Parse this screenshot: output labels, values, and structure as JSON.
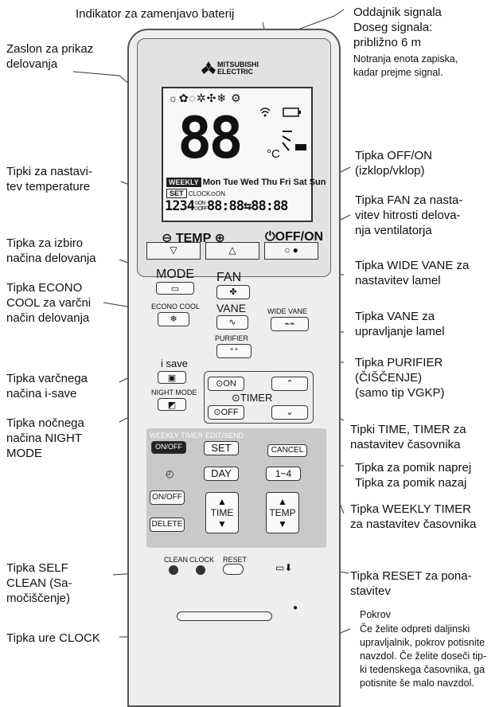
{
  "labels": {
    "battery_indicator": "Indikator za zamenjavo baterij",
    "transmitter": "Oddajnik signala\nDoseg signala:\npribližno 6 m",
    "transmitter_note": "Notranja enota zapiska,\nkadar prejme signal.",
    "display": "Zaslon za prikaz\ndelovanja",
    "temp_buttons": "Tipki za nastavi-\ntev temperature",
    "off_on": "Tipka OFF/ON\n(izklop/vklop)",
    "fan": "Tipka FAN za nasta-\nvitev hitrosti delova-\nnja ventilatorja",
    "mode": "Tipka za izbiro\nnačina delovanja",
    "wide_vane": "Tipka WIDE VANE za\nnastavitev lamel",
    "econo_cool": "Tipka ECONO\nCOOL za varčni\nnačin delovanja",
    "vane": "Tipka VANE za\nupravljanje lamel",
    "purifier": "Tipka PURIFIER\n(ČIŠČENJE)\n(samo tip VGKP)",
    "i_save": "Tipka varčnega\nnačina i-save",
    "night_mode": "Tipka nočnega\nnačina NIGHT\nMODE",
    "time_timer": "Tipki TIME, TIMER za\nnastavitev časovnika",
    "forward_back": "Tipka za pomik naprej\nTipka za pomik nazaj",
    "weekly_timer": "Tipka WEEKLY TIMER\nza nastavitev časovnika",
    "self_clean": "Tipka SELF\nCLEAN (Sa-\nmočiščenje)",
    "reset": "Tipka RESET za pona-\nstavitev",
    "clock": "Tipka ure CLOCK",
    "cover_title": "Pokrov",
    "cover_text": "Če želite odpreti daljinski\nupravljalnik, pokrov potisnite\nnavzdol. Če želite doseči tip-\nki tedenskega časovnika, ga\npotisnite še malo navzdol."
  },
  "remote": {
    "brand": "MITSUBISHI\nELECTRIC",
    "lcd_icons": "☼✿◌✲✣❄ ⚙",
    "lcd_digits": "88",
    "lcd_unit": "°C",
    "lcd_weekly": "WEEKLY",
    "lcd_days": "Mon Tue Wed Thu Fri Sat Sun",
    "lcd_set": "SET",
    "lcd_clock": "CLOCK⊙ON",
    "lcd_row3": "1234",
    "lcd_onoff": "⊙ON\n⊙OFF",
    "lcd_time": "88:88⇆88:88",
    "temp": "TEMP",
    "off_on": "OFF/ON",
    "mode": "MODE",
    "econo_cool": "ECONO COOL",
    "fan": "FAN",
    "vane": "VANE",
    "wide_vane": "WIDE VANE",
    "purifier": "PURIFIER",
    "i_save": "i save",
    "night_mode": "NIGHT MODE",
    "timer_on": "⊙ON",
    "timer_label": "⊙TIMER",
    "timer_off": "⊙OFF",
    "weekly_timer": "WEEKLY TIMER",
    "weekly_onoff": "ON/OFF",
    "edit_send": "EDIT/SEND",
    "set": "SET",
    "cancel": "CANCEL",
    "day": "DAY",
    "range": "1~4",
    "on_off": "ON/OFF",
    "delete": "DELETE",
    "time": "TIME",
    "temp_key": "TEMP",
    "clean": "CLEAN",
    "clock": "CLOCK",
    "reset": "RESET"
  }
}
